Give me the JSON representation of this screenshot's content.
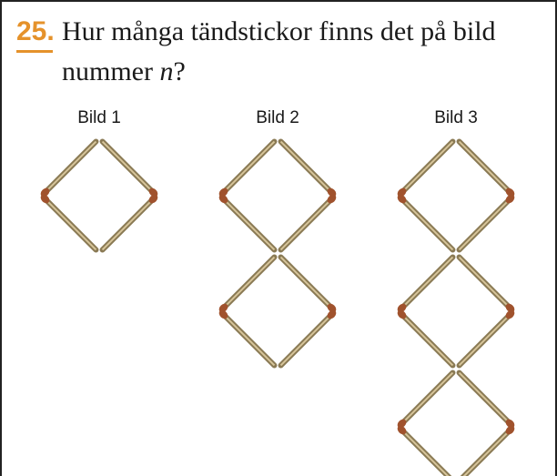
{
  "question": {
    "number": "25.",
    "line1": "Hur många tändstickor finns det på bild",
    "line2_prefix": "nummer ",
    "line2_var": "n",
    "line2_suffix": "?"
  },
  "figures": [
    {
      "label": "Bild 1",
      "diamonds": 1
    },
    {
      "label": "Bild 2",
      "diamonds": 2
    },
    {
      "label": "Bild 3",
      "diamonds": 3
    }
  ],
  "colors": {
    "accent": "#e5922b",
    "stick": "#8a7a54",
    "stick_light": "#d7c59a",
    "match_head": "#a0522d"
  }
}
